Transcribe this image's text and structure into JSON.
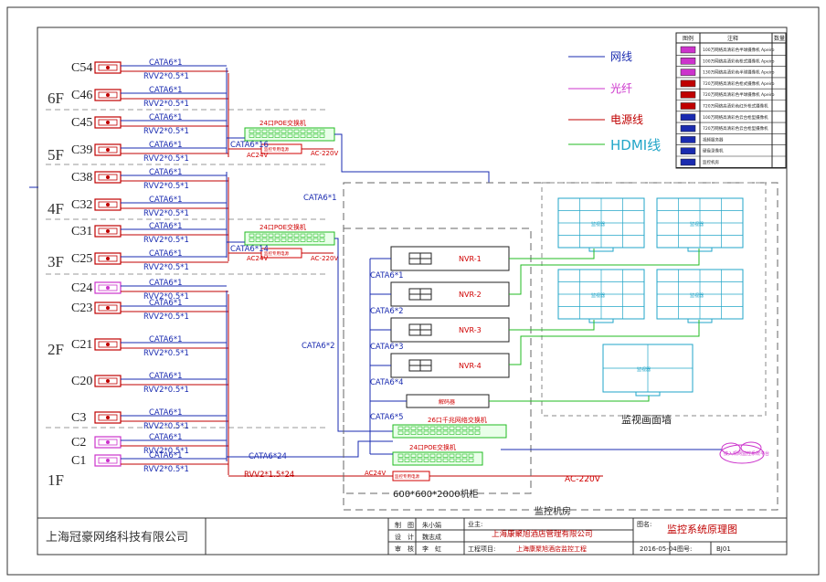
{
  "cameras": [
    {
      "label": "C54",
      "cat": "CATA6*1",
      "rvv": "RVV2*0.5*1"
    },
    {
      "label": "C46",
      "cat": "CATA6*1",
      "rvv": "RVV2*0.5*1"
    },
    {
      "label": "C45",
      "cat": "CATA6*1",
      "rvv": "RVV2*0.5*1"
    },
    {
      "label": "C39",
      "cat": "CATA6*1",
      "rvv": "RVV2*0.5*1"
    },
    {
      "label": "C38",
      "cat": "CATA6*1",
      "rvv": "RVV2*0.5*1"
    },
    {
      "label": "C32",
      "cat": "CATA6*1",
      "rvv": "RVV2*0.5*1"
    },
    {
      "label": "C31",
      "cat": "CATA6*1",
      "rvv": "RVV2*0.5*1"
    },
    {
      "label": "C25",
      "cat": "CATA6*1",
      "rvv": "RVV2*0.5*1"
    },
    {
      "label": "C24",
      "cat": "CATA6*1",
      "rvv": "RVV2*0.5*1"
    },
    {
      "label": "C23",
      "cat": "CATA6*1",
      "rvv": "RVV2*0.5*1"
    },
    {
      "label": "C21",
      "cat": "CATA6*1",
      "rvv": "RVV2*0.5*1"
    },
    {
      "label": "C20",
      "cat": "CATA6*1",
      "rvv": "RVV2*0.5*1"
    },
    {
      "label": "C3",
      "cat": "CATA6*1",
      "rvv": "RVV2*0.5*1"
    },
    {
      "label": "C2",
      "cat": "CATA6*1",
      "rvv": "RVV2*0.5*1"
    },
    {
      "label": "C1",
      "cat": "CATA6*1",
      "rvv": "RVV2*0.5*1"
    }
  ],
  "floors": {
    "f6": "6F",
    "f5": "5F",
    "f4": "4F",
    "f3": "3F",
    "f2": "2F",
    "f1": "1F"
  },
  "switches": {
    "sw1": "24口POE交换机",
    "sw1_cable": "CATA6*16",
    "sw1_ac24": "AC24V",
    "sw1_ac220": "AC-220V",
    "sw2": "24口POE交换机",
    "sw2_cable": "CATA6*14",
    "sw2_ac24": "AC24V",
    "sw2_ac220": "AC-220V",
    "core": "26口千兆网络交换机",
    "sw3": "24口POE交换机",
    "ps_box": "监控专用电源"
  },
  "trunks": {
    "t1": "CATA6*1",
    "t2": "CATA6*2",
    "t24": "CATA6*24",
    "rvv": "RVV2*1.5*24",
    "ac24": "AC24V",
    "ac220": "AC-220V"
  },
  "nvrs": [
    {
      "name": "NVR-1",
      "cable": "CATA6*1"
    },
    {
      "name": "NVR-2",
      "cable": "CATA6*2"
    },
    {
      "name": "NVR-3",
      "cable": "CATA6*3"
    },
    {
      "name": "NVR-4",
      "cable": "CATA6*4"
    }
  ],
  "decoder": {
    "name": "解码器",
    "cable": "CATA6*5"
  },
  "rack_label": "600*600*2000机柜",
  "wall_label": "监视画面墙",
  "room_label": "监控机房",
  "monitor_text": "监视器",
  "cloud_text": "接入现网监控系统平台",
  "legend": {
    "net": "网线",
    "fiber": "光纤",
    "power": "电源线",
    "hdmi": "HDMI线"
  },
  "legend_table": {
    "h1": "图例",
    "h2": "注释",
    "h3": "数量",
    "rows": [
      "100万网络高清彩色半球摄像机 Apeiro",
      "100万网络高清彩色枪式摄像机 Apeiro",
      "130万网络高清彩色半球摄像机 Apeiro",
      "720万网络高清彩色枪式摄像机 Apeiro",
      "720万网络高清彩色半球摄像机 Apeiro",
      "720万网络高清彩色红外枪式摄像机",
      "100万网络高清彩色云台枪型摄像机",
      "720万网络高清彩色云台枪型摄像机",
      "视频服务器",
      "硬盘录像机",
      "监控机房"
    ]
  },
  "colors": {
    "blue": "#1a2bb0",
    "red": "#c00000",
    "magenta": "#cc33cc",
    "green": "#22bb22",
    "cyan": "#22a6c8"
  },
  "title_block": {
    "company": "上海冠豪网络科技有限公司",
    "r1a": "制　图",
    "r1b": "朱小娟",
    "r2a": "设　计",
    "r2b": "魏志成",
    "r3a": "审　核",
    "r3b": "李　虹",
    "owner_label": "业主:",
    "owner": "上海康聚旭酒店管理有限公司",
    "project_label": "工程项目:",
    "project": "上海康聚旭酒店监控工程",
    "name_label": "图名:",
    "name": "监控系统原理图",
    "date": "2016-05-04",
    "num_label": "图号:",
    "num": "BJ01"
  }
}
